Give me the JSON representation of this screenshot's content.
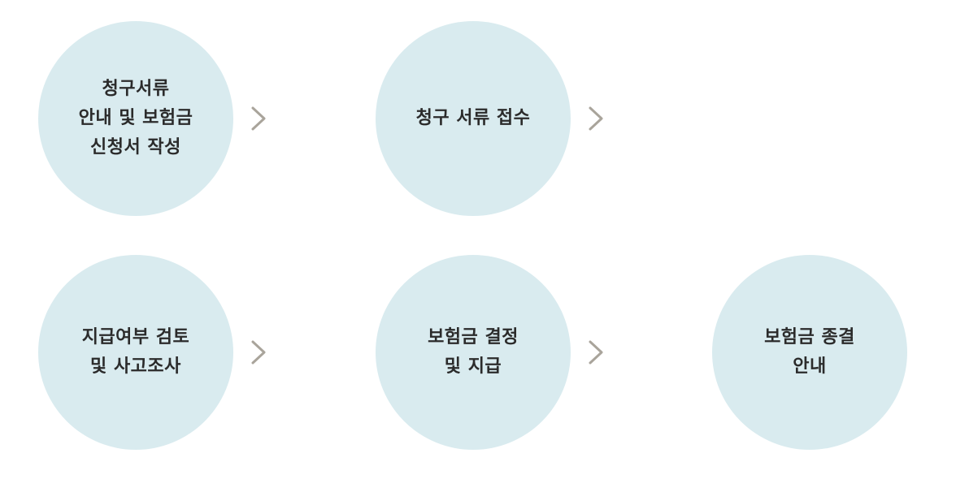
{
  "steps": [
    {
      "lines": [
        "청구서류",
        "안내 및 보험금",
        "신청서 작성"
      ]
    },
    {
      "lines": [
        "청구 서류 접수"
      ]
    },
    {
      "lines": [
        "지급여부 검토",
        "및 사고조사"
      ]
    },
    {
      "lines": [
        "보험금 결정",
        "및 지급"
      ]
    },
    {
      "lines": [
        "보험금 종결",
        "안내"
      ]
    }
  ],
  "arrow_icon": "chevron-right-icon",
  "colors": {
    "circle_fill": "#d9ebef",
    "text": "#2b2b2b",
    "arrow": "#a9a49b"
  }
}
